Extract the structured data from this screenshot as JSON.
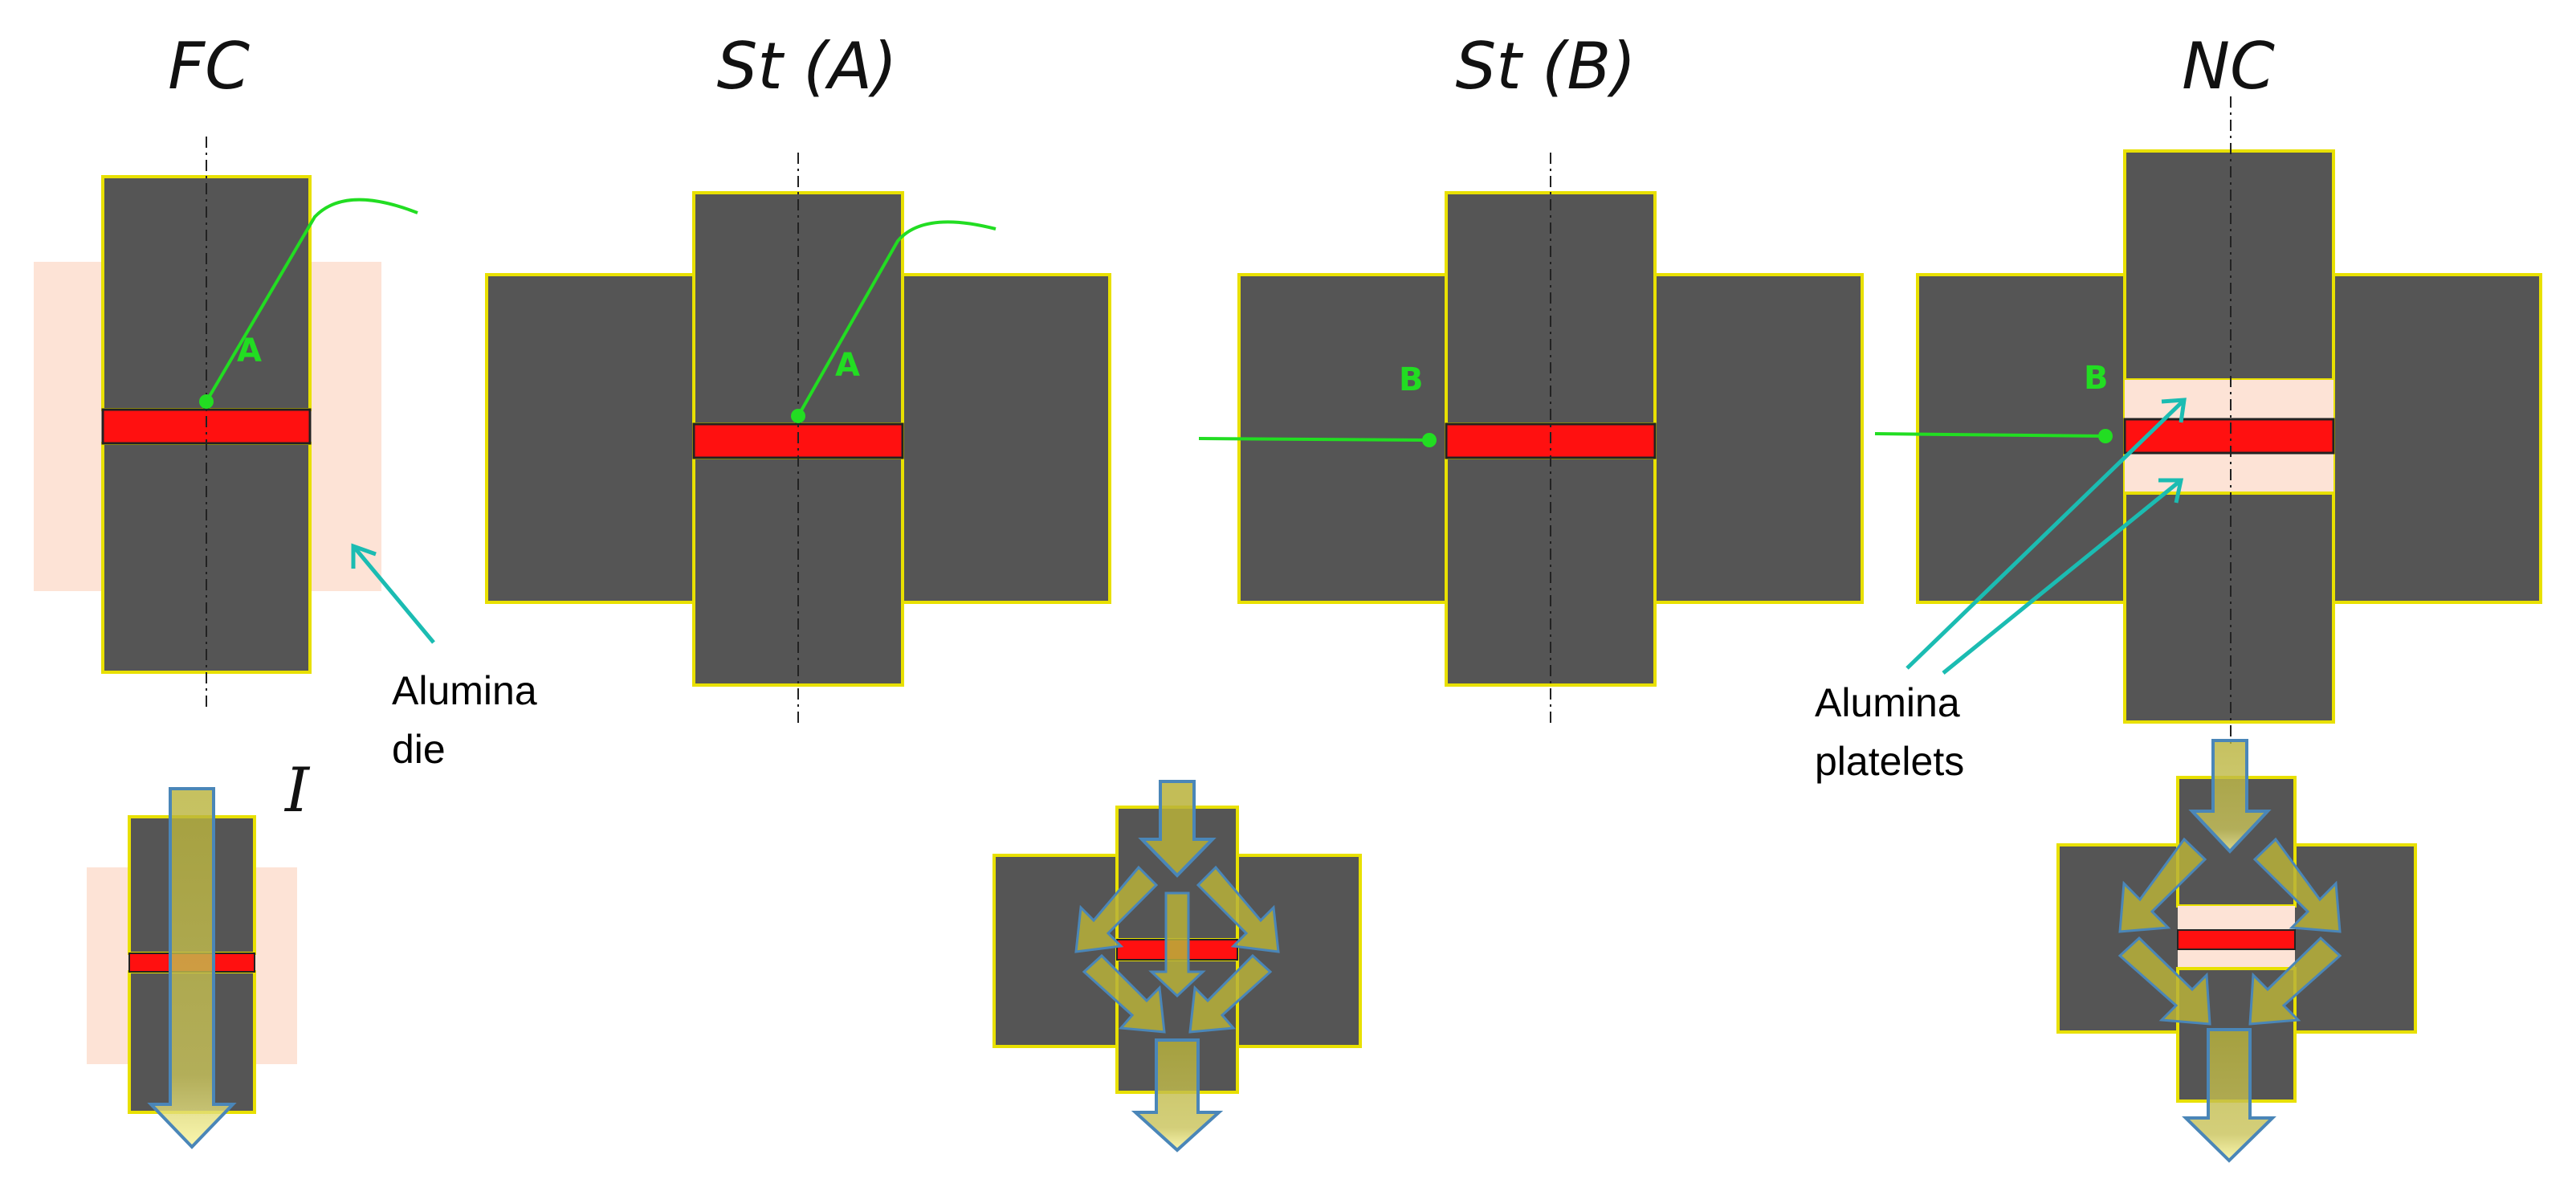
{
  "titles": {
    "fc": "FC",
    "st_a": "St (A)",
    "st_b": "St (B)",
    "nc": "NC"
  },
  "labels": {
    "die_line1": "Alumina",
    "die_line2": "die",
    "platelets_line1": "Alumina",
    "platelets_line2": "platelets",
    "current": "I",
    "point_a": "A",
    "point_b": "B"
  },
  "colors": {
    "graphite": "#555555",
    "outline": "#e8e000",
    "sample": "#ff1010",
    "alumina": "#fde3d6",
    "thermocouple": "#22dd22",
    "pointer": "#1bbcb2",
    "current_fill": "#b8b23a",
    "current_stroke": "#4a86b8",
    "current_tip": "#f8f49a"
  }
}
